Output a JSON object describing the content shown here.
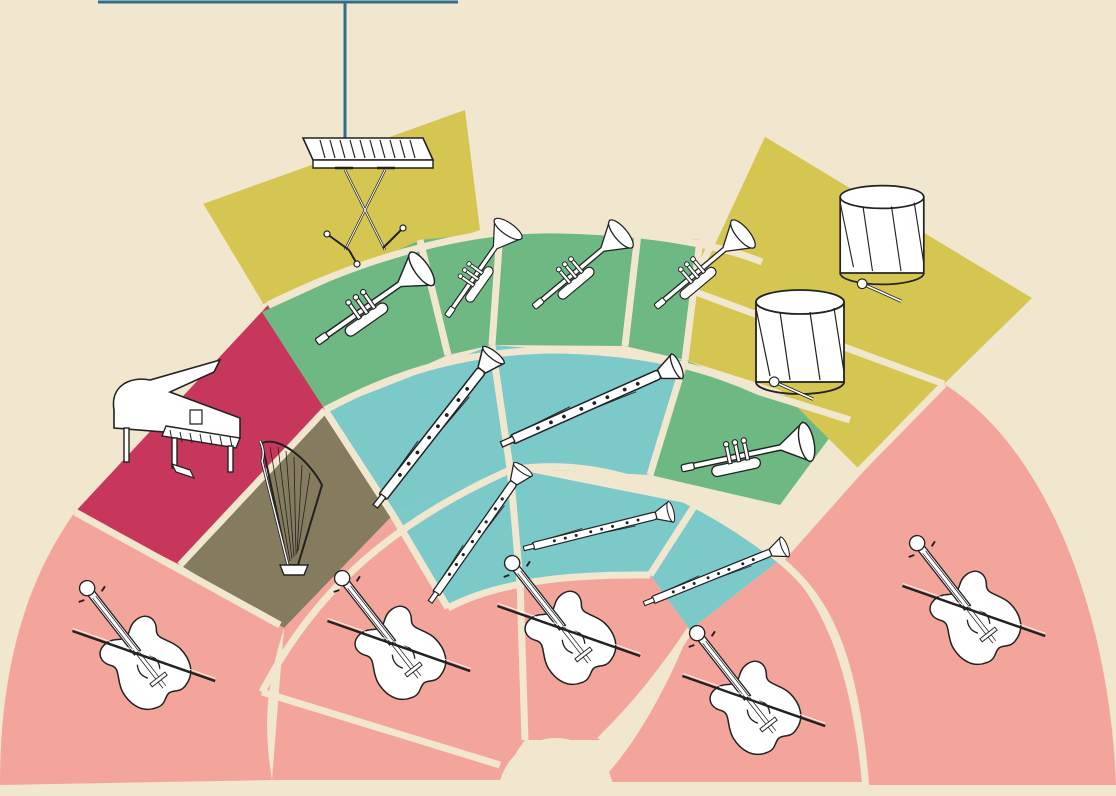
{
  "colors": {
    "background": "#F1E6CE",
    "divider": "#F1E6CE",
    "strings": "#F3A59B",
    "woodwinds": "#7CC9CA",
    "brass": "#6EB983",
    "percussion": "#D5C651",
    "piano": "#C7375C",
    "harp": "#857B5F",
    "pointer": "#2E6F8E",
    "icon_stroke": "#222222",
    "icon_fill": "#FFFFFF"
  },
  "sections": [
    {
      "id": "first-violins",
      "family": "strings",
      "icon": "violin-icon"
    },
    {
      "id": "second-violins",
      "family": "strings",
      "icon": "violin-icon"
    },
    {
      "id": "violas",
      "family": "strings",
      "icon": "violin-icon"
    },
    {
      "id": "cellos",
      "family": "strings",
      "icon": "violin-icon"
    },
    {
      "id": "double-basses",
      "family": "strings",
      "icon": "violin-icon"
    },
    {
      "id": "flutes",
      "family": "woodwinds",
      "icon": "flute-icon"
    },
    {
      "id": "oboes",
      "family": "woodwinds",
      "icon": "oboe-icon"
    },
    {
      "id": "clarinets",
      "family": "woodwinds",
      "icon": "clarinet-icon"
    },
    {
      "id": "bassoons",
      "family": "woodwinds",
      "icon": "clarinet-icon"
    },
    {
      "id": "piccolo",
      "family": "woodwinds",
      "icon": "flute-icon"
    },
    {
      "id": "horns",
      "family": "brass",
      "icon": "trumpet-icon"
    },
    {
      "id": "trumpets",
      "family": "brass",
      "icon": "trumpet-icon"
    },
    {
      "id": "trombones",
      "family": "brass",
      "icon": "trumpet-icon"
    },
    {
      "id": "tuba",
      "family": "brass",
      "icon": "trumpet-icon"
    },
    {
      "id": "cornet",
      "family": "brass",
      "icon": "trumpet-icon"
    },
    {
      "id": "keyboard-percussion",
      "family": "percussion",
      "icon": "glockenspiel-icon"
    },
    {
      "id": "drums",
      "family": "percussion",
      "icon": "drum-icon"
    },
    {
      "id": "piano",
      "family": "piano",
      "icon": "grand-piano-icon"
    },
    {
      "id": "harp",
      "family": "harp",
      "icon": "harp-icon"
    }
  ]
}
